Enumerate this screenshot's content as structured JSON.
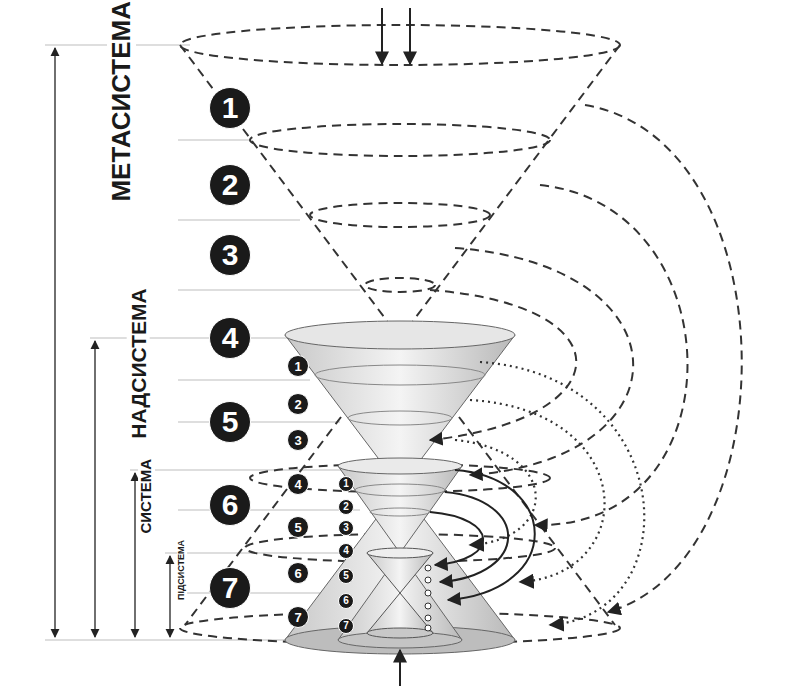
{
  "diagram": {
    "nodes": [
      {
        "text": [
          "1"
        ]
      },
      {
        "text": [
          "2"
        ]
      },
      {
        "text": [
          "3"
        ]
      },
      {
        "text": [
          "4"
        ]
      },
      {
        "text": [
          "5"
        ]
      },
      {
        "text": [
          "6"
        ]
      },
      {
        "text": [
          "7"
        ]
      },
      {
        "text": [
          "1"
        ]
      },
      {
        "text": [
          "2"
        ]
      },
      {
        "text": [
          "3"
        ]
      },
      {
        "text": [
          "4"
        ]
      },
      {
        "text": [
          "5"
        ]
      },
      {
        "text": [
          "6"
        ]
      },
      {
        "text": [
          "7"
        ]
      },
      {
        "text": [
          "1"
        ]
      },
      {
        "text": [
          "2"
        ]
      },
      {
        "text": [
          "3"
        ]
      },
      {
        "text": [
          "4"
        ]
      },
      {
        "text": [
          "5"
        ]
      },
      {
        "text": [
          "6"
        ]
      },
      {
        "text": [
          "7"
        ]
      }
    ],
    "labels": [
      "МЕТАСИСТЕМА",
      "НАДСИСТЕМА",
      "СИСТЕМА",
      "ПІДСИСТЕМА"
    ]
  }
}
